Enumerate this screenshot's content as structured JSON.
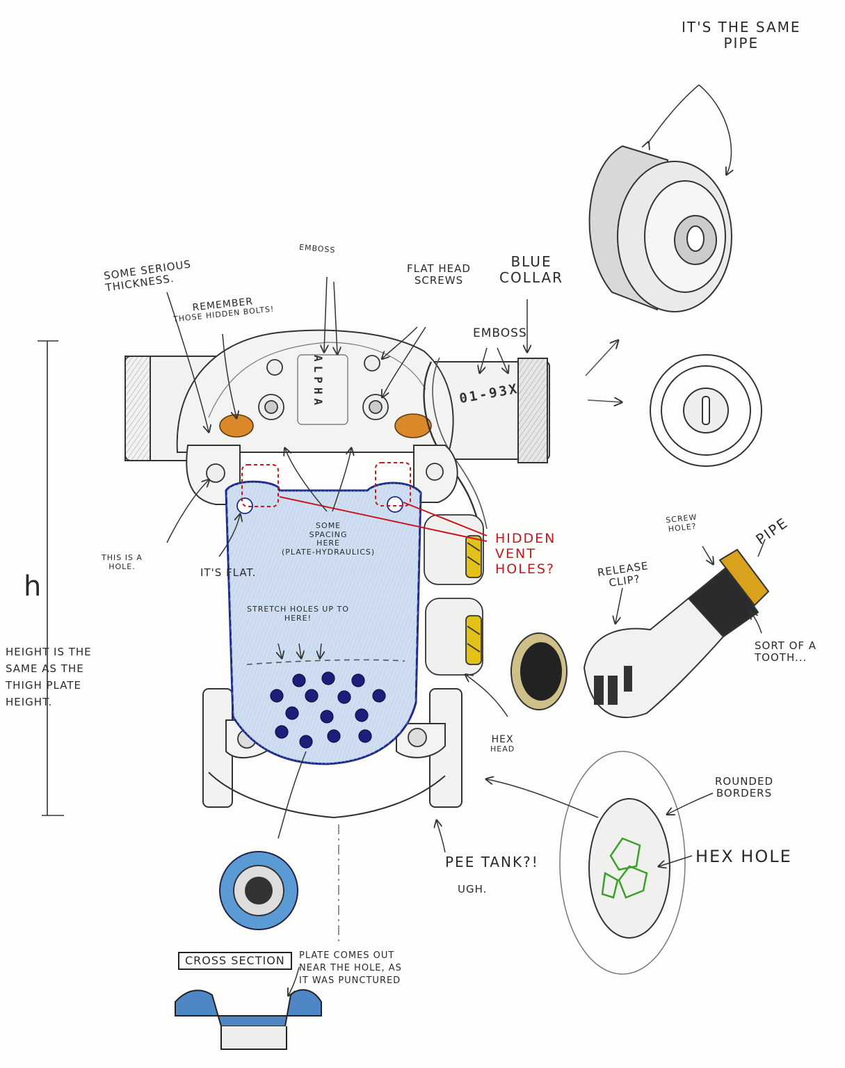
{
  "annotations": {
    "same_pipe": [
      "IT'S THE SAME",
      "PIPE"
    ],
    "serious_thickness": [
      "SOME SERIOUS",
      "THICKNESS."
    ],
    "hidden_bolts": [
      "REMEMBER",
      "THOSE HIDDEN BOLTS!"
    ],
    "emboss_top": "EMBOSS",
    "flat_head_screws": [
      "FLAT HEAD",
      "SCREWS"
    ],
    "blue_collar": [
      "BLUE",
      "COLLAR"
    ],
    "emboss_side": "EMBOSS",
    "this_is_a_hole": [
      "THIS IS A",
      "HOLE."
    ],
    "its_flat": "IT'S FLAT.",
    "some_spacing": [
      "SOME",
      "SPACING",
      "HERE",
      "(PLATE-HYDRAULICS)"
    ],
    "stretch_holes": [
      "STRETCH HOLES UP TO",
      "HERE!"
    ],
    "hidden_vent_holes": [
      "HIDDEN",
      "VENT",
      "HOLES?"
    ],
    "screw_hole": [
      "SCREW",
      "HOLE?"
    ],
    "pipe_label": "PIPE",
    "release_clip": [
      "RELEASE",
      "CLIP?"
    ],
    "sort_of_tooth": [
      "SORT OF A",
      "TOOTH..."
    ],
    "height_note": [
      "HEIGHT IS THE",
      "SAME AS THE",
      "THIGH PLATE",
      "HEIGHT."
    ],
    "h_symbol": "h",
    "hex_head": [
      "HEX",
      "HEAD"
    ],
    "rounded_borders": [
      "ROUNDED",
      "BORDERS"
    ],
    "hex_hole": "HEX HOLE",
    "pee_tank": "PEE TANK?!",
    "ugh": "UGH.",
    "cross_section": "CROSS SECTION",
    "plate_comes_out": [
      "PLATE COMES OUT",
      "NEAR THE HOLE, AS",
      "IT WAS PUNCTURED"
    ]
  },
  "embossed": {
    "alpha": "ALPHA",
    "serial": "01-93X"
  },
  "colors": {
    "pencil": "#3a3a3a",
    "plate_fill": "#cfdff1",
    "plate_outline": "#1c2a8c",
    "vent_red": "#c8171c",
    "bolt_orange": "#d9892a",
    "hex_green": "#3aa02a",
    "hazard_yellow": "#e2c21a",
    "collar_blue": "#5b9bd5"
  },
  "icons": [
    "vent-hole-dots",
    "hex-socket-icon",
    "arrow-icon"
  ]
}
